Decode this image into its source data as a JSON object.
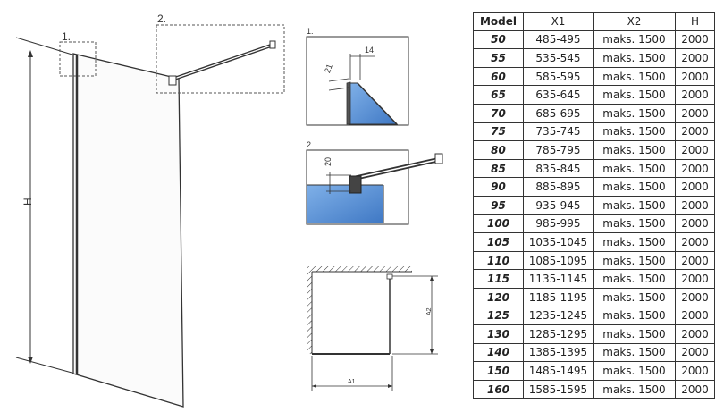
{
  "drawing": {
    "height_label": "H",
    "callouts": [
      "1.",
      "2."
    ],
    "detail1": {
      "label": "1.",
      "dims": [
        "14",
        "21"
      ]
    },
    "detail2": {
      "label": "2.",
      "dim": "20"
    },
    "plan": {
      "width_label": "A1",
      "depth_label": "A2"
    }
  },
  "colors": {
    "glass": "#5b8fd4",
    "frame": "#2a2a2a",
    "line": "#333333",
    "dashed": "#555555"
  },
  "table": {
    "headers": [
      "Model",
      "X1",
      "X2",
      "H"
    ],
    "rows": [
      [
        "50",
        "485-495",
        "maks. 1500",
        "2000"
      ],
      [
        "55",
        "535-545",
        "maks. 1500",
        "2000"
      ],
      [
        "60",
        "585-595",
        "maks. 1500",
        "2000"
      ],
      [
        "65",
        "635-645",
        "maks. 1500",
        "2000"
      ],
      [
        "70",
        "685-695",
        "maks. 1500",
        "2000"
      ],
      [
        "75",
        "735-745",
        "maks. 1500",
        "2000"
      ],
      [
        "80",
        "785-795",
        "maks. 1500",
        "2000"
      ],
      [
        "85",
        "835-845",
        "maks. 1500",
        "2000"
      ],
      [
        "90",
        "885-895",
        "maks. 1500",
        "2000"
      ],
      [
        "95",
        "935-945",
        "maks. 1500",
        "2000"
      ],
      [
        "100",
        "985-995",
        "maks. 1500",
        "2000"
      ],
      [
        "105",
        "1035-1045",
        "maks. 1500",
        "2000"
      ],
      [
        "110",
        "1085-1095",
        "maks. 1500",
        "2000"
      ],
      [
        "115",
        "1135-1145",
        "maks. 1500",
        "2000"
      ],
      [
        "120",
        "1185-1195",
        "maks. 1500",
        "2000"
      ],
      [
        "125",
        "1235-1245",
        "maks. 1500",
        "2000"
      ],
      [
        "130",
        "1285-1295",
        "maks. 1500",
        "2000"
      ],
      [
        "140",
        "1385-1395",
        "maks. 1500",
        "2000"
      ],
      [
        "150",
        "1485-1495",
        "maks. 1500",
        "2000"
      ],
      [
        "160",
        "1585-1595",
        "maks. 1500",
        "2000"
      ]
    ]
  }
}
